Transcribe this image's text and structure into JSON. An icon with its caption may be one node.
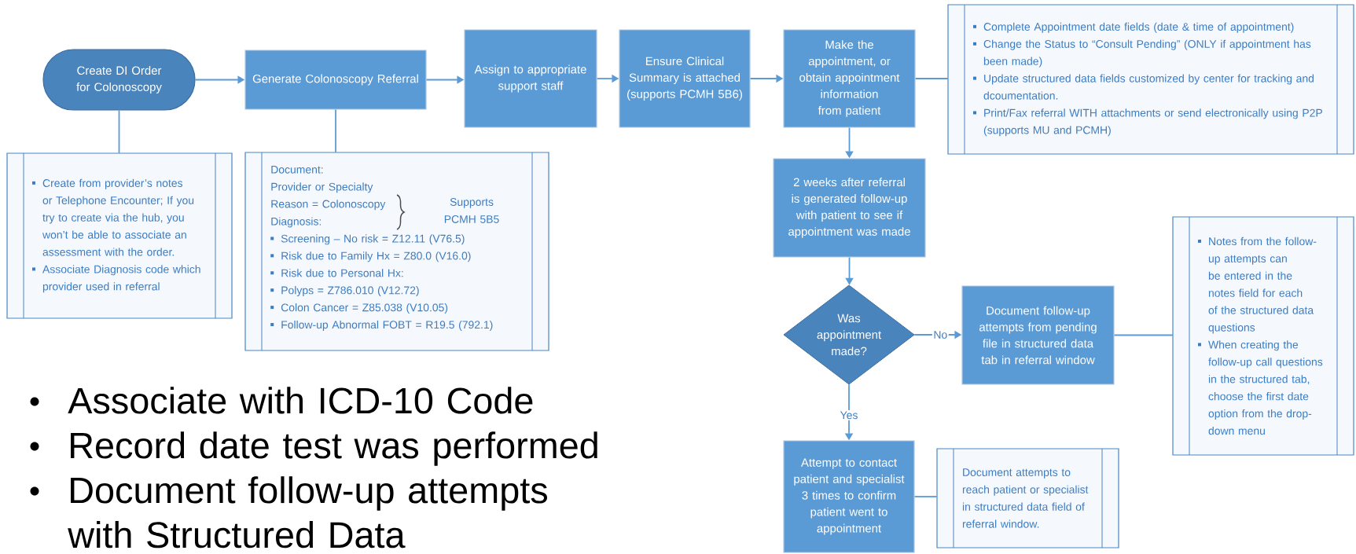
{
  "diagram": {
    "nodes": [
      {
        "text": [
          "Create DI Order for Colonoscopy"
        ]
      },
      {
        "text": [
          "Generate Colonoscopy Referral"
        ]
      },
      {
        "text": [
          "Assign to appropriate support staff"
        ]
      },
      {
        "text": [
          "Ensure Clinical Summary is attached (supports PCMH 5B6)"
        ]
      },
      {
        "text": [
          "Make the appointment, or obtain appointment information from patient"
        ]
      },
      {
        "text": [
          "Complete Appointment date fields (date & time of appointment)",
          "Change the Status to “Consult Pending” (ONLY if appointment has been made)",
          "Update structured data fields customized by center for tracking and dcoumentation.",
          "Print/Fax referral WITH attachments or send electronically using P2P (supports MU and PCMH)"
        ]
      },
      {
        "text": [
          "2 weeks after referral is generated follow-up with patient to see if appointment was made"
        ]
      },
      {
        "text": [
          "Was appointment made?"
        ]
      },
      {
        "text": [
          "Document follow-up attempts from pending file in structured data tab in referral window"
        ]
      },
      {
        "text": [
          "Notes from the follow-up attempts can be entered in the notes field for each of the structured data questions",
          "When creating the follow-up call questions in the structured tab, choose the first date option from the drop-down menu"
        ]
      },
      {
        "text": [
          "Attempt to contact patient and specialist 3 times to confirm patient went to appointment"
        ]
      },
      {
        "text": [
          "Document attempts to reach patient or specialist in structured data field of referral window."
        ]
      },
      {
        "text": [
          "Create from provider’s notes or Telephone Encounter; If you try to create via the hub, you won’t be able to associate an assessment with the order.",
          "Associate Diagnosis code which provider used in referral"
        ]
      },
      {
        "text": [
          "Document:",
          "Provider or Specialty",
          "Reason = Colonoscopy",
          "Supports PCMH 5B5",
          "Diagnosis:",
          "Screening – No risk = Z12.11 (V76.5)",
          "Risk due to Family Hx = Z80.0 (V16.0)",
          "Risk due to Personal Hx:",
          "Polyps = Z786.010 (V12.72)",
          "Colon Cancer = Z85.038 (V10.05)",
          "Follow-up Abnormal FOBT = R19.5 (792.1)"
        ]
      }
    ],
    "edges": [
      {
        "from": 0,
        "to": 1,
        "arrow": "to"
      },
      {
        "from": 1,
        "to": 2,
        "arrow": "to"
      },
      {
        "from": 2,
        "to": 3,
        "arrow": "to"
      },
      {
        "from": 3,
        "to": 4,
        "arrow": "to"
      },
      {
        "from": 4,
        "to": 5,
        "arrow": "none"
      },
      {
        "from": 4,
        "to": 6,
        "arrow": "to"
      },
      {
        "from": 6,
        "to": 7,
        "arrow": "to"
      },
      {
        "from": 7,
        "to": 8,
        "arrow": "to",
        "label": "No"
      },
      {
        "from": 7,
        "to": 10,
        "arrow": "to",
        "label": "Yes"
      },
      {
        "from": 8,
        "to": 9,
        "arrow": "none"
      },
      {
        "from": 10,
        "to": 11,
        "arrow": "none"
      },
      {
        "from": 0,
        "to": 12,
        "arrow": "none"
      },
      {
        "from": 1,
        "to": 13,
        "arrow": "none"
      }
    ],
    "labels": [
      "Associate with ICD-10 Code",
      "Record date test was performed",
      "Document follow-up attempts with Structured Data"
    ]
  }
}
